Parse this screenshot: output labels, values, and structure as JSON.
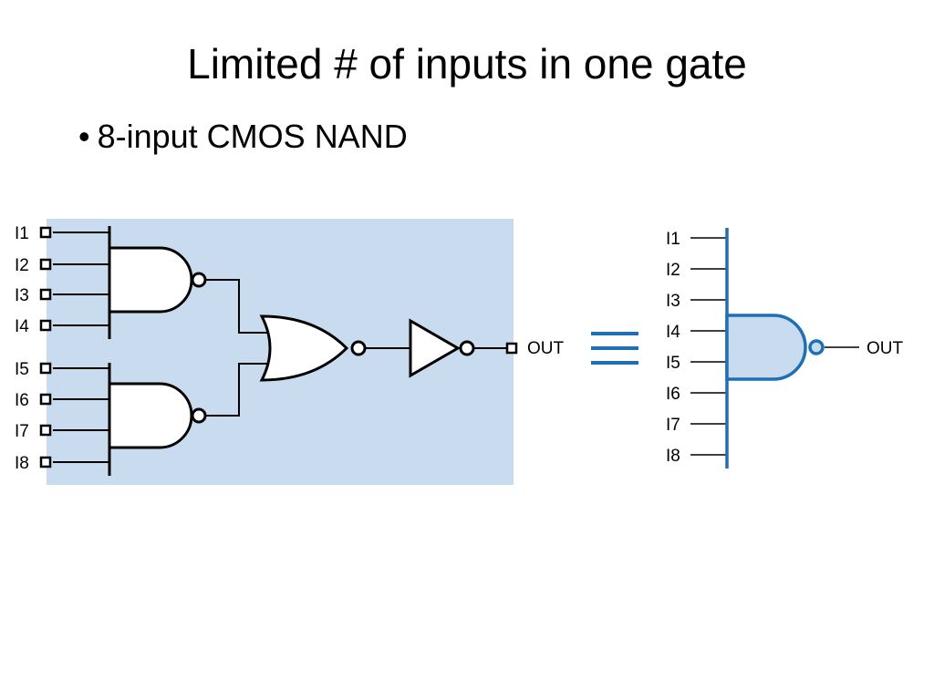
{
  "slide": {
    "title": "Limited # of inputs in one gate",
    "bullet": "8-input CMOS NAND"
  },
  "left_circuit": {
    "inputs": [
      "I1",
      "I2",
      "I3",
      "I4",
      "I5",
      "I6",
      "I7",
      "I8"
    ],
    "output": "OUT",
    "background_color": "#c9dcef"
  },
  "equivalence_symbol": "≡",
  "right_symbol": {
    "inputs": [
      "I1",
      "I2",
      "I3",
      "I4",
      "I5",
      "I6",
      "I7",
      "I8"
    ],
    "output": "OUT",
    "stroke_color": "#1f6fb5",
    "fill_color": "#c9dcef"
  }
}
